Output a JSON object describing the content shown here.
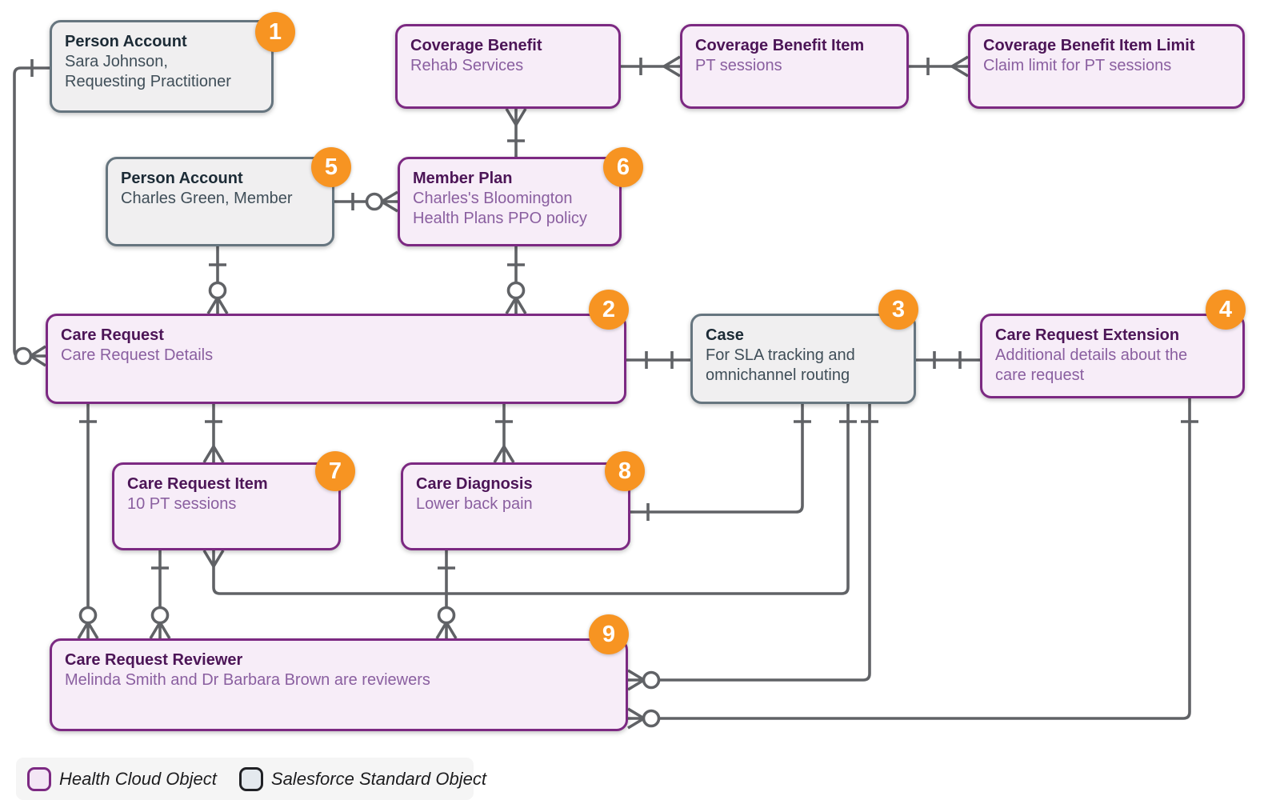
{
  "colors": {
    "health_cloud_border": "#7c2982",
    "health_cloud_fill": "#f7edf8",
    "health_cloud_title": "#4c1557",
    "health_cloud_body_text": "#8a5fa0",
    "standard_border": "#66757f",
    "standard_fill": "#f0eff0",
    "standard_title": "#1c2b36",
    "standard_body_text": "#3f4e58",
    "connector": "#606266",
    "badge_background": "#f79422",
    "badge_text": "#ffffff"
  },
  "nodes": {
    "person_account_practitioner": {
      "badge": "1",
      "title": "Person Account",
      "lines": [
        "Sara Johnson,",
        "Requesting Practitioner"
      ],
      "object_type": "Salesforce Standard Object"
    },
    "coverage_benefit": {
      "badge": "",
      "title": "Coverage Benefit",
      "lines": [
        "Rehab Services"
      ],
      "object_type": "Health Cloud Object"
    },
    "coverage_benefit_item": {
      "badge": "",
      "title": "Coverage Benefit Item",
      "lines": [
        "PT sessions"
      ],
      "object_type": "Health Cloud Object"
    },
    "coverage_benefit_item_limit": {
      "badge": "",
      "title": "Coverage Benefit Item Limit",
      "lines": [
        "Claim limit for PT sessions"
      ],
      "object_type": "Health Cloud Object"
    },
    "person_account_member": {
      "badge": "5",
      "title": "Person Account",
      "lines": [
        "Charles Green, Member"
      ],
      "object_type": "Salesforce Standard Object"
    },
    "member_plan": {
      "badge": "6",
      "title": "Member Plan",
      "lines": [
        "Charles's Bloomington",
        "Health Plans PPO policy"
      ],
      "object_type": "Health Cloud Object"
    },
    "care_request": {
      "badge": "2",
      "title": "Care Request",
      "lines": [
        "Care Request Details"
      ],
      "object_type": "Health Cloud Object"
    },
    "case": {
      "badge": "3",
      "title": "Case",
      "lines": [
        "For SLA tracking and",
        "omnichannel routing"
      ],
      "object_type": "Salesforce Standard Object"
    },
    "care_request_extension": {
      "badge": "4",
      "title": "Care Request Extension",
      "lines": [
        "Additional details about the",
        "care request"
      ],
      "object_type": "Health Cloud Object"
    },
    "care_request_item": {
      "badge": "7",
      "title": "Care Request Item",
      "lines": [
        "10 PT sessions"
      ],
      "object_type": "Health Cloud Object"
    },
    "care_diagnosis": {
      "badge": "8",
      "title": "Care Diagnosis",
      "lines": [
        "Lower back pain"
      ],
      "object_type": "Health Cloud Object"
    },
    "care_request_reviewer": {
      "badge": "9",
      "title": "Care Request Reviewer",
      "lines": [
        "Melinda Smith and Dr Barbara Brown are reviewers"
      ],
      "object_type": "Health Cloud Object"
    }
  },
  "relationships": [
    {
      "from": "person_account_practitioner",
      "to": "care_request",
      "from_end": "one",
      "to_end": "zero-or-many"
    },
    {
      "from": "coverage_benefit",
      "to": "coverage_benefit_item",
      "from_end": "one",
      "to_end": "many"
    },
    {
      "from": "coverage_benefit_item",
      "to": "coverage_benefit_item_limit",
      "from_end": "one",
      "to_end": "many"
    },
    {
      "from": "member_plan",
      "to": "coverage_benefit",
      "from_end": "one",
      "to_end": "many"
    },
    {
      "from": "person_account_member",
      "to": "member_plan",
      "from_end": "one",
      "to_end": "zero-or-many"
    },
    {
      "from": "person_account_member",
      "to": "care_request",
      "from_end": "one",
      "to_end": "zero-or-many"
    },
    {
      "from": "member_plan",
      "to": "care_request",
      "from_end": "one",
      "to_end": "zero-or-many"
    },
    {
      "from": "care_request",
      "to": "case",
      "from_end": "one",
      "to_end": "one"
    },
    {
      "from": "case",
      "to": "care_request_extension",
      "from_end": "one",
      "to_end": "one"
    },
    {
      "from": "care_request",
      "to": "care_request_item",
      "from_end": "one",
      "to_end": "many"
    },
    {
      "from": "care_request",
      "to": "care_diagnosis",
      "from_end": "one",
      "to_end": "many"
    },
    {
      "from": "care_request",
      "to": "care_request_reviewer",
      "from_end": "one",
      "to_end": "zero-or-many"
    },
    {
      "from": "care_request_item",
      "to": "care_request_reviewer",
      "from_end": "one",
      "to_end": "zero-or-many"
    },
    {
      "from": "care_diagnosis",
      "to": "care_request_reviewer",
      "from_end": "one",
      "to_end": "zero-or-many"
    },
    {
      "from": "case",
      "to": "care_request_item",
      "from_end": "one",
      "to_end": "many"
    },
    {
      "from": "case",
      "to": "care_diagnosis",
      "from_end": "one",
      "to_end": "one"
    },
    {
      "from": "case",
      "to": "care_request_reviewer",
      "from_end": "one",
      "to_end": "zero-or-many"
    },
    {
      "from": "care_request_extension",
      "to": "care_request_reviewer",
      "from_end": "one",
      "to_end": "zero-or-many"
    }
  ],
  "legend": {
    "items": [
      {
        "label": "Health Cloud Object"
      },
      {
        "label": "Salesforce Standard Object"
      }
    ]
  }
}
